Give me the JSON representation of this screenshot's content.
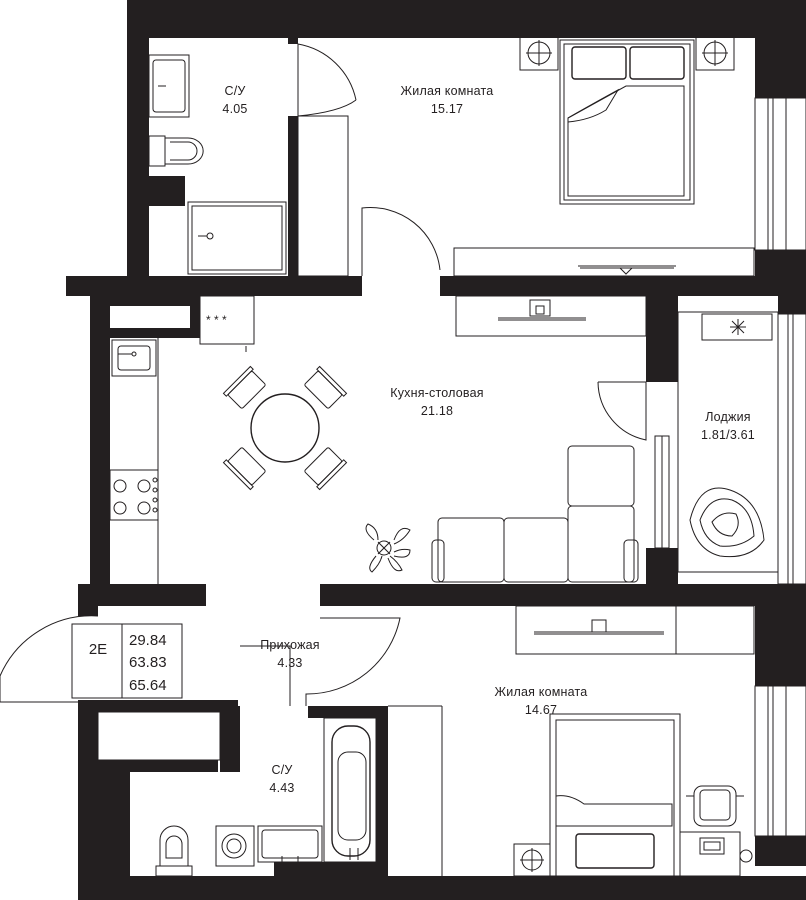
{
  "rooms": [
    {
      "name": "С/У",
      "area": "4.05"
    },
    {
      "name": "Жилая комната",
      "area": "15.17"
    },
    {
      "name": "Кухня-столовая",
      "area": "21.18"
    },
    {
      "name": "Лоджия",
      "area": "1.81/3.61"
    },
    {
      "name": "Прихожая",
      "area": "4.33"
    },
    {
      "name": "С/У",
      "area": "4.43"
    },
    {
      "name": "Жилая комната",
      "area": "14.67"
    }
  ],
  "apartment": {
    "type": "2Е",
    "living_area": "29.84",
    "total_area": "63.83",
    "total_with_loggia": "65.64"
  }
}
